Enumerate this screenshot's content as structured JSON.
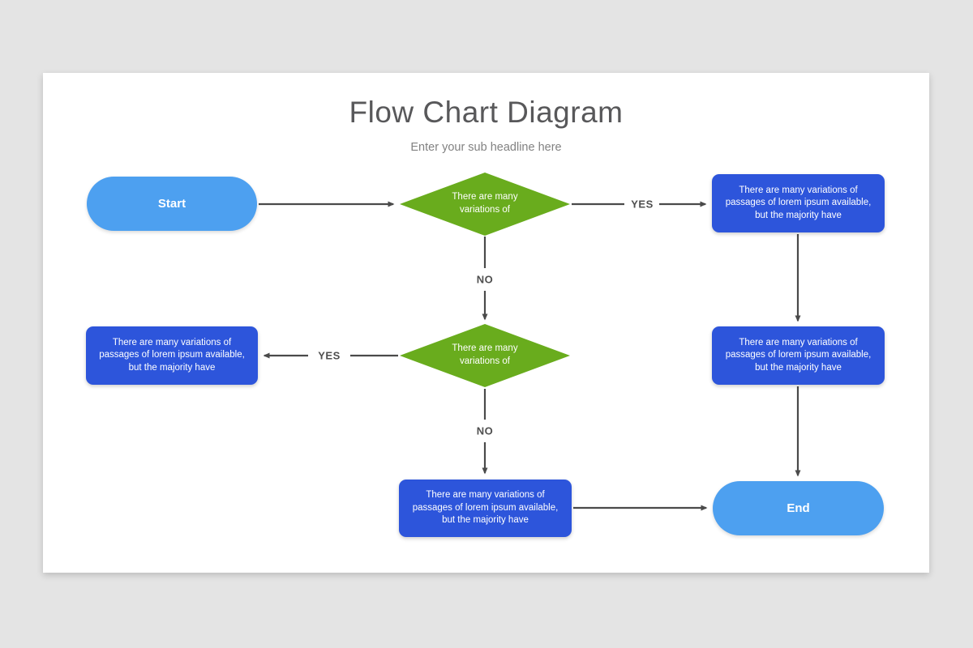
{
  "page": {
    "title": "Flow Chart Diagram",
    "subtitle": "Enter your sub headline here"
  },
  "colors": {
    "bg": "#e4e4e4",
    "card": "#ffffff",
    "pill": "#4da0f0",
    "decision": "#69ac1d",
    "process": "#2d55db",
    "arrow": "#4a4a4a",
    "title": "#58585a",
    "subtitle": "#828282",
    "label": "#4f4f4f"
  },
  "nodes": {
    "start": {
      "label": "Start"
    },
    "decision1": {
      "label": "There are many variations of"
    },
    "decision2": {
      "label": "There are many variations of"
    },
    "process_top_right": {
      "text": "There are many variations of passages of lorem ipsum available, but the majority have"
    },
    "process_left": {
      "text": "There are many variations of passages of lorem ipsum available, but the majority have"
    },
    "process_right_mid": {
      "text": "There are many variations of passages of lorem ipsum available, but the majority have"
    },
    "process_bottom": {
      "text": "There are many variations of passages of lorem ipsum available, but the majority have"
    },
    "end": {
      "label": "End"
    }
  },
  "edge_labels": {
    "yes1": "YES",
    "no1": "NO",
    "yes2": "YES",
    "no2": "NO"
  }
}
